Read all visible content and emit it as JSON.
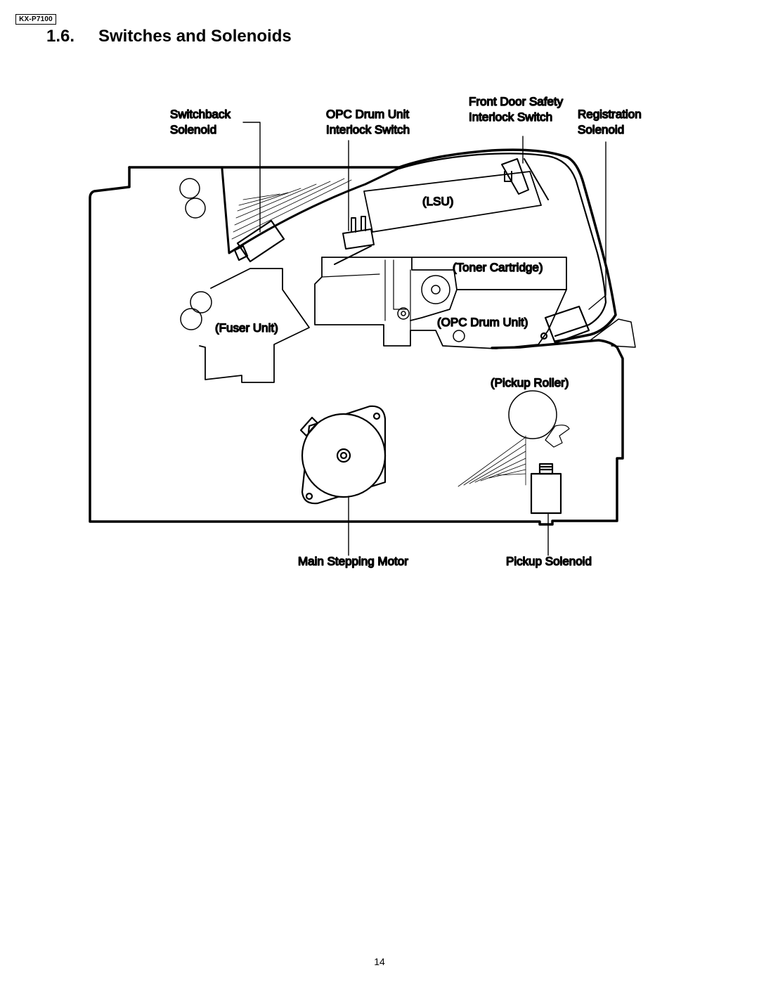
{
  "header": {
    "model_tag": "KX-P7100",
    "section_number": "1.6.",
    "section_title": "Switches and Solenoids"
  },
  "diagram": {
    "callouts": {
      "switchback_solenoid": [
        "Switchback",
        "Solenoid"
      ],
      "opc_interlock": [
        "OPC Drum Unit",
        "Interlock Switch"
      ],
      "front_door": [
        "Front Door Safety",
        "Interlock Switch"
      ],
      "registration_solenoid": [
        "Registration",
        "Solenoid"
      ],
      "main_stepping_motor": "Main Stepping Motor",
      "pickup_solenoid": "Pickup Solenoid"
    },
    "parts": {
      "lsu": "(LSU)",
      "toner_cartridge": "(Toner Cartridge)",
      "fuser_unit": "(Fuser Unit)",
      "opc_drum_unit": "(OPC Drum Unit)",
      "pickup_roller": "(Pickup Roller)"
    }
  },
  "footer": {
    "page_number": "14"
  }
}
